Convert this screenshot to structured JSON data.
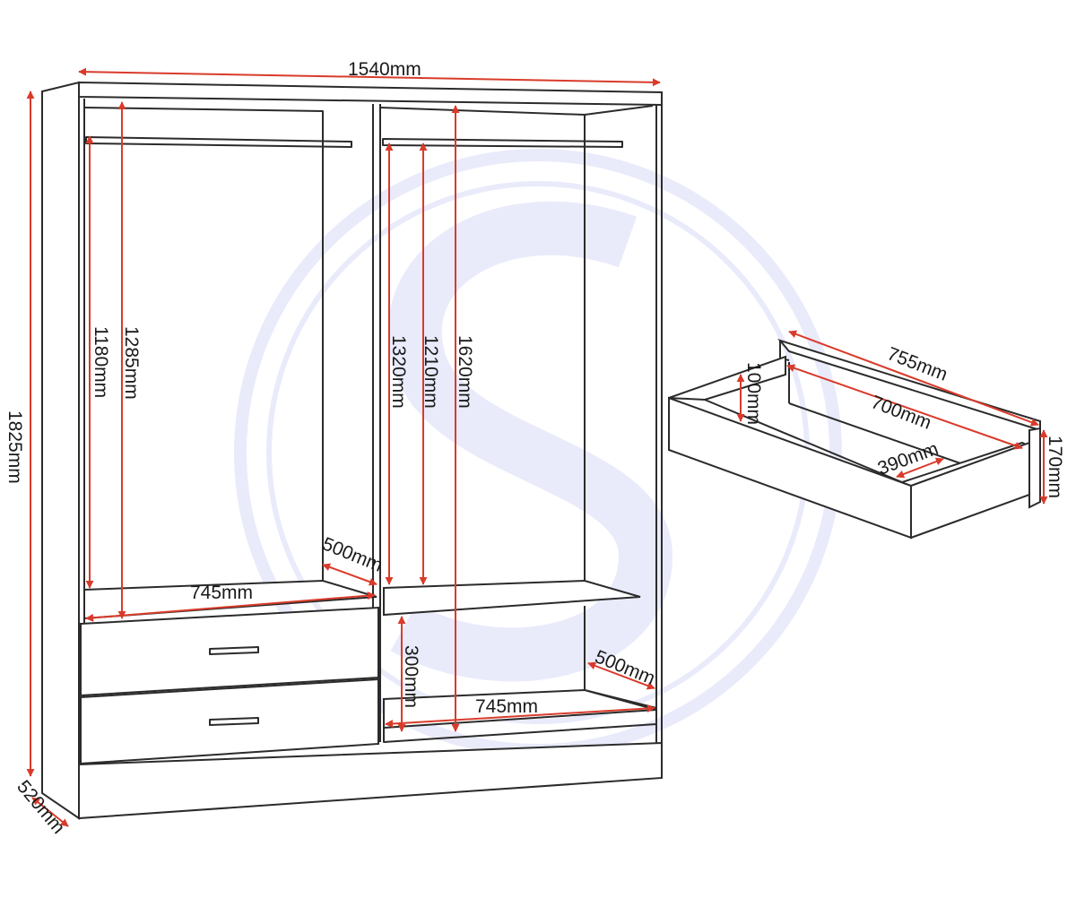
{
  "colors": {
    "outline": "#2b2b2b",
    "dimension_arrow": "#d93b2b",
    "watermark": "#e9ebfb",
    "background": "#ffffff"
  },
  "watermark": {
    "logo": "S",
    "shape": "circle-logo"
  },
  "wardrobe": {
    "overall_width": "1540mm",
    "overall_height": "1825mm",
    "overall_depth": "520mm",
    "left_rail_drop": "1180mm",
    "left_hanging_height": "1285mm",
    "left_shelf_depth": "500mm",
    "left_shelf_width": "745mm",
    "right_rail_drop": "1320mm",
    "right_hanging_height": "1210mm",
    "right_full_height": "1620mm",
    "right_lower_height": "300mm",
    "right_bottom_depth": "500mm",
    "right_bottom_width": "745mm"
  },
  "drawer": {
    "outer_width": "755mm",
    "inner_width": "700mm",
    "inner_height": "100mm",
    "inner_depth": "390mm",
    "outer_height": "170mm"
  }
}
